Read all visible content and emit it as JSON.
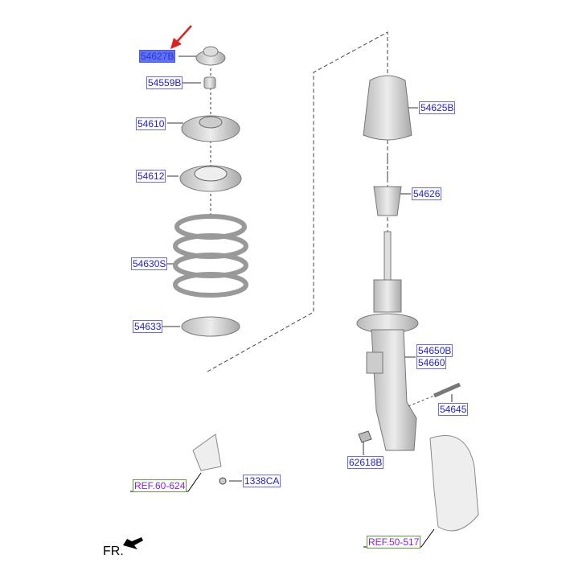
{
  "labels": {
    "p54627B": "54627B",
    "p54559B": "54559B",
    "p54610": "54610",
    "p54612": "54612",
    "p54630S": "54630S",
    "p54633": "54633",
    "p54625B": "54625B",
    "p54626": "54626",
    "p54650B": "54650B",
    "p54660": "54660",
    "p54645": "54645",
    "p62618B": "62618B",
    "p1338CA": "1338CA"
  },
  "refs": {
    "ref60": "REF.60-624",
    "ref50": "REF.50-517"
  },
  "direction": "FR.",
  "selected_part": "54627B",
  "colors": {
    "selected_fill": "#5f73f2",
    "label_border": "#6a6af5",
    "ref_border": "#5aa03c",
    "ref_text": "#8a1fe0",
    "pointer": "#e02020"
  }
}
